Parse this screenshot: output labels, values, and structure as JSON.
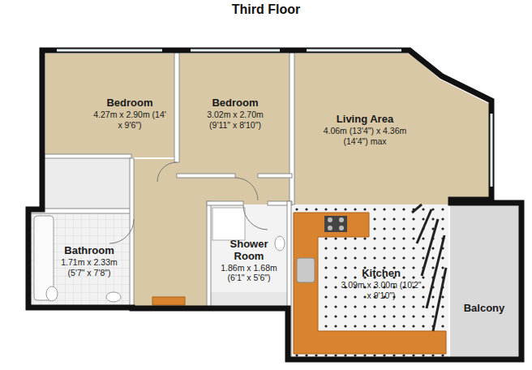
{
  "diagram": {
    "title": "Third Floor",
    "nodes": [
      {
        "text": [
          "Bedroom",
          "4.27m x 2.90m (14' x 9'6\")"
        ]
      },
      {
        "text": [
          "Bedroom",
          "3.02m x 2.70m (9'11\" x 8'10\")"
        ]
      },
      {
        "text": [
          "Living Area",
          "4.06m (13'4\") x 4.36m (14'4\") max"
        ]
      },
      {
        "text": [
          "Bathroom",
          "1.71m x 2.33m (5'7\" x 7'8\")"
        ]
      },
      {
        "text": [
          "Shower Room",
          "1.86m x 1.68m (6'1\" x 5'6\")"
        ]
      },
      {
        "text": [
          "Kitchen",
          "3.09m x 3.00m (10'2\" x 9'10\")"
        ]
      },
      {
        "text": [
          "Balcony"
        ]
      }
    ],
    "edges": []
  }
}
